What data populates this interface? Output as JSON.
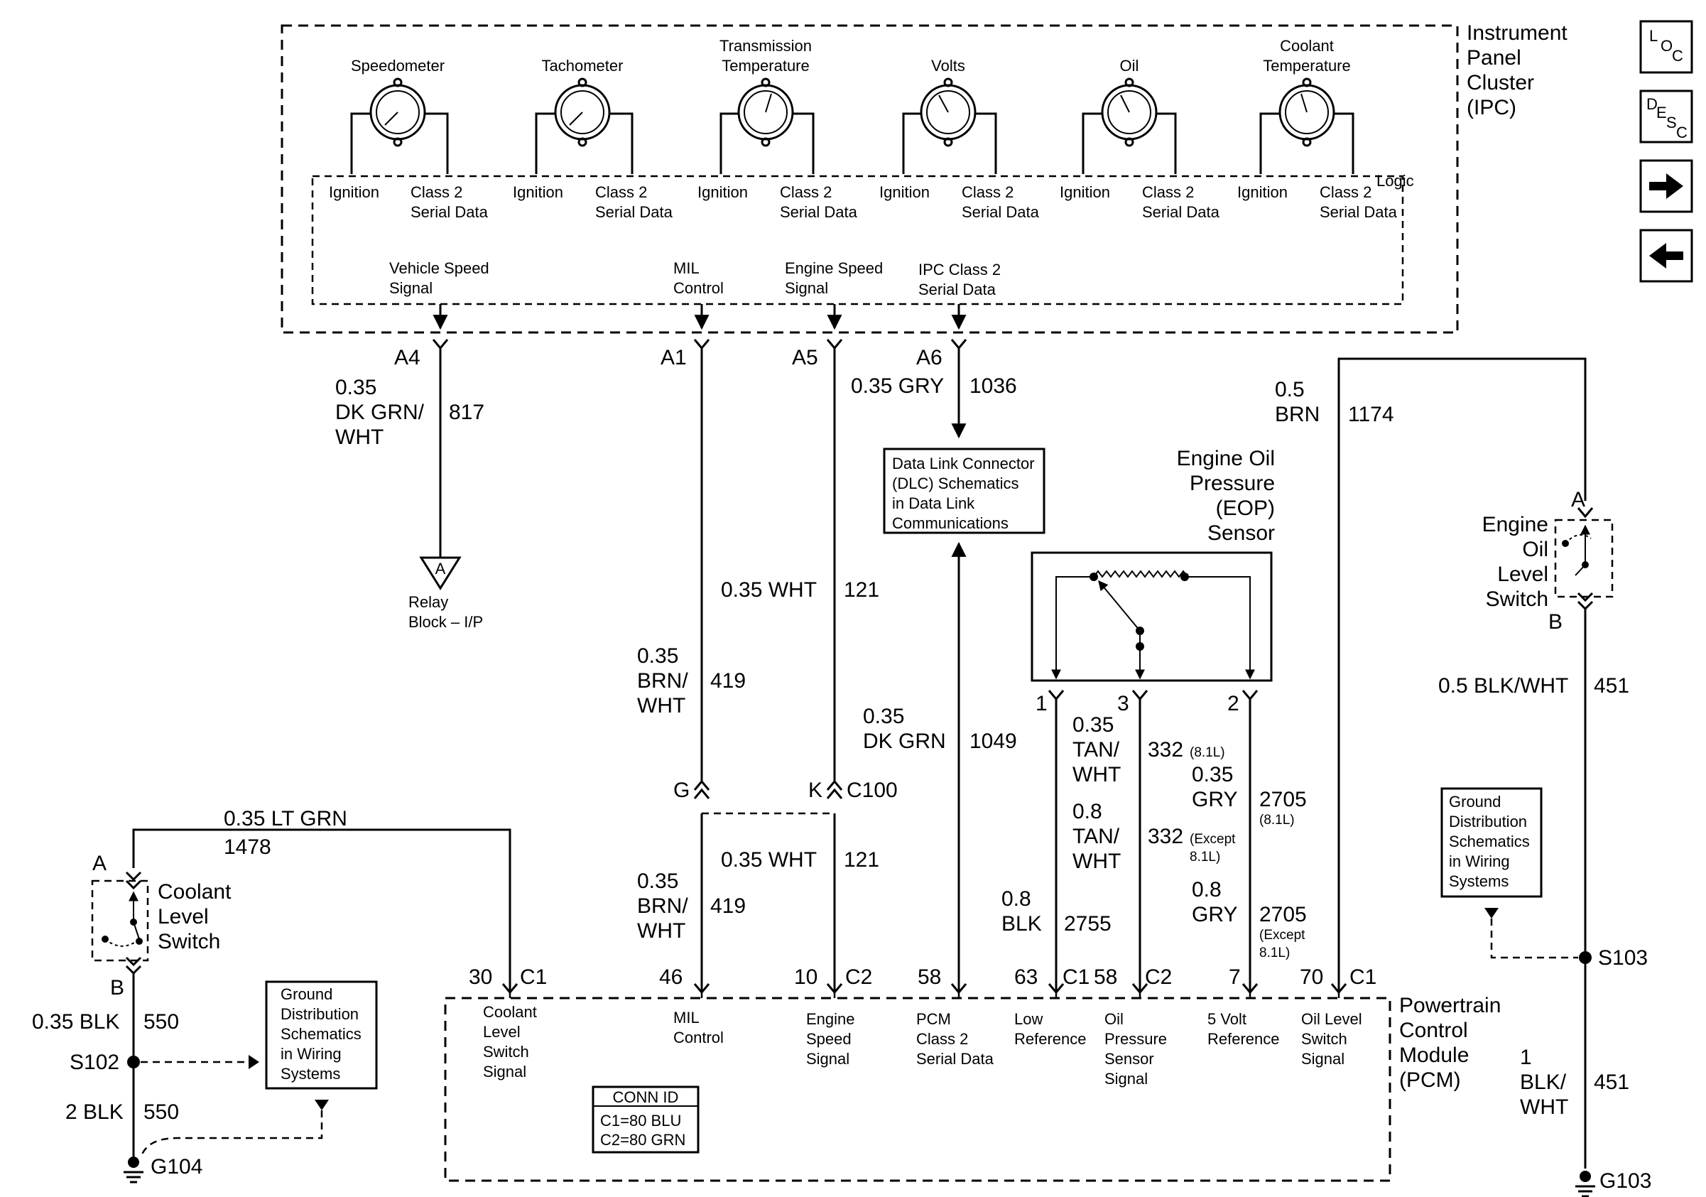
{
  "ipc": {
    "title": [
      "Instrument",
      "Panel",
      "Cluster",
      "(IPC)"
    ],
    "logic_label": "Logic",
    "gauges": [
      {
        "name": [
          "Speedometer"
        ]
      },
      {
        "name": [
          "Tachometer"
        ]
      },
      {
        "name": [
          "Transmission",
          "Temperature"
        ]
      },
      {
        "name": [
          "Volts"
        ]
      },
      {
        "name": [
          "Oil"
        ]
      },
      {
        "name": [
          "Coolant",
          "Temperature"
        ]
      }
    ],
    "gauge_input_left": "Ignition",
    "gauge_input_right": [
      "Class 2",
      "Serial Data"
    ],
    "outputs": [
      {
        "label": [
          "Vehicle Speed",
          "Signal"
        ],
        "pin": "A4"
      },
      {
        "label": [
          "MIL",
          "Control"
        ],
        "pin": "A1"
      },
      {
        "label": [
          "Engine Speed",
          "Signal"
        ],
        "pin": "A5"
      },
      {
        "label": [
          "IPC Class 2",
          "Serial Data"
        ],
        "pin": "A6"
      }
    ]
  },
  "nav": {
    "loc": [
      "L",
      "O",
      "C"
    ],
    "desc": [
      "D",
      "E",
      "S",
      "C"
    ]
  },
  "wires": {
    "w817": {
      "gauge": [
        "0.35",
        "DK GRN/",
        "WHT"
      ],
      "circuit": "817"
    },
    "w419": {
      "gauge": [
        "0.35",
        "BRN/",
        "WHT"
      ],
      "circuit": "419"
    },
    "w121": {
      "gauge": "0.35 WHT",
      "circuit": "121"
    },
    "w1036": {
      "gauge": "0.35 GRY",
      "circuit": "1036"
    },
    "w1049": {
      "gauge": [
        "0.35",
        "DK GRN"
      ],
      "circuit": "1049"
    },
    "w1174": {
      "gauge": [
        "0.5",
        "BRN"
      ],
      "circuit": "1174"
    },
    "w451a": {
      "gauge": "0.5 BLK/WHT",
      "circuit": "451"
    },
    "w451b": {
      "gauge": [
        "1",
        "BLK/",
        "WHT"
      ],
      "circuit": "451"
    },
    "w1478": {
      "gauge": "0.35 LT GRN",
      "circuit": "1478"
    },
    "w550a": {
      "gauge": "0.35 BLK",
      "circuit": "550"
    },
    "w550b": {
      "gauge": "2 BLK",
      "circuit": "550"
    },
    "w2755": {
      "gauge": [
        "0.8",
        "BLK"
      ],
      "circuit": "2755"
    },
    "w332a": {
      "gauge": [
        "0.35",
        "TAN/",
        "WHT"
      ],
      "circuit": "332",
      "note": "(8.1L)"
    },
    "w332b": {
      "gauge": [
        "0.8",
        "TAN/",
        "WHT"
      ],
      "circuit": "332",
      "note": [
        "(Except",
        "8.1L)"
      ]
    },
    "w2705a": {
      "gauge": [
        "0.35",
        "GRY"
      ],
      "circuit": "2705",
      "note": "(8.1L)"
    },
    "w2705b": {
      "gauge": [
        "0.8",
        "GRY"
      ],
      "circuit": "2705",
      "note": [
        "(Except",
        "8.1L)"
      ]
    }
  },
  "relay_block": {
    "symbol": "A",
    "label": [
      "Relay",
      "Block – I/P"
    ]
  },
  "dlc_box": [
    "Data Link Connector",
    "(DLC) Schematics",
    "in Data Link",
    "Communications"
  ],
  "eop": {
    "title": [
      "Engine Oil",
      "Pressure",
      "(EOP)",
      "Sensor"
    ],
    "pins": [
      "1",
      "3",
      "2"
    ]
  },
  "oil_level_switch": {
    "title": [
      "Engine",
      "Oil",
      "Level",
      "Switch"
    ],
    "pin_a": "A",
    "pin_b": "B"
  },
  "coolant_switch": {
    "title": [
      "Coolant",
      "Level",
      "Switch"
    ],
    "pin_a": "A",
    "pin_b": "B"
  },
  "c100": {
    "pin_g": "G",
    "pin_k": "K",
    "name": "C100"
  },
  "ground_box": [
    "Ground",
    "Distribution",
    "Schematics",
    "in Wiring",
    "Systems"
  ],
  "splices": {
    "s102": "S102",
    "s103": "S103"
  },
  "grounds": {
    "g104": "G104",
    "g103": "G103"
  },
  "pcm": {
    "title": [
      "Powertrain",
      "Control",
      "Module",
      "(PCM)"
    ],
    "pins": [
      {
        "num": "30",
        "conn": "C1"
      },
      {
        "num": "46",
        "conn": ""
      },
      {
        "num": "10",
        "conn": "C2"
      },
      {
        "num": "58",
        "conn": ""
      },
      {
        "num": "63",
        "conn": "C1"
      },
      {
        "num": "58",
        "conn": "C2"
      },
      {
        "num": "7",
        "conn": ""
      },
      {
        "num": "70",
        "conn": "C1"
      }
    ],
    "labels": [
      [
        "Coolant",
        "Level",
        "Switch",
        "Signal"
      ],
      [
        "MIL",
        "Control"
      ],
      [
        "Engine",
        "Speed",
        "Signal"
      ],
      [
        "PCM",
        "Class 2",
        "Serial Data"
      ],
      [
        "Low",
        "Reference"
      ],
      [
        "Oil",
        "Pressure",
        "Sensor",
        "Signal"
      ],
      [
        "5 Volt",
        "Reference"
      ],
      [
        "Oil Level",
        "Switch",
        "Signal"
      ]
    ],
    "conn_id": {
      "title": "CONN ID",
      "lines": [
        "C1=80 BLU",
        "C2=80 GRN"
      ]
    }
  }
}
